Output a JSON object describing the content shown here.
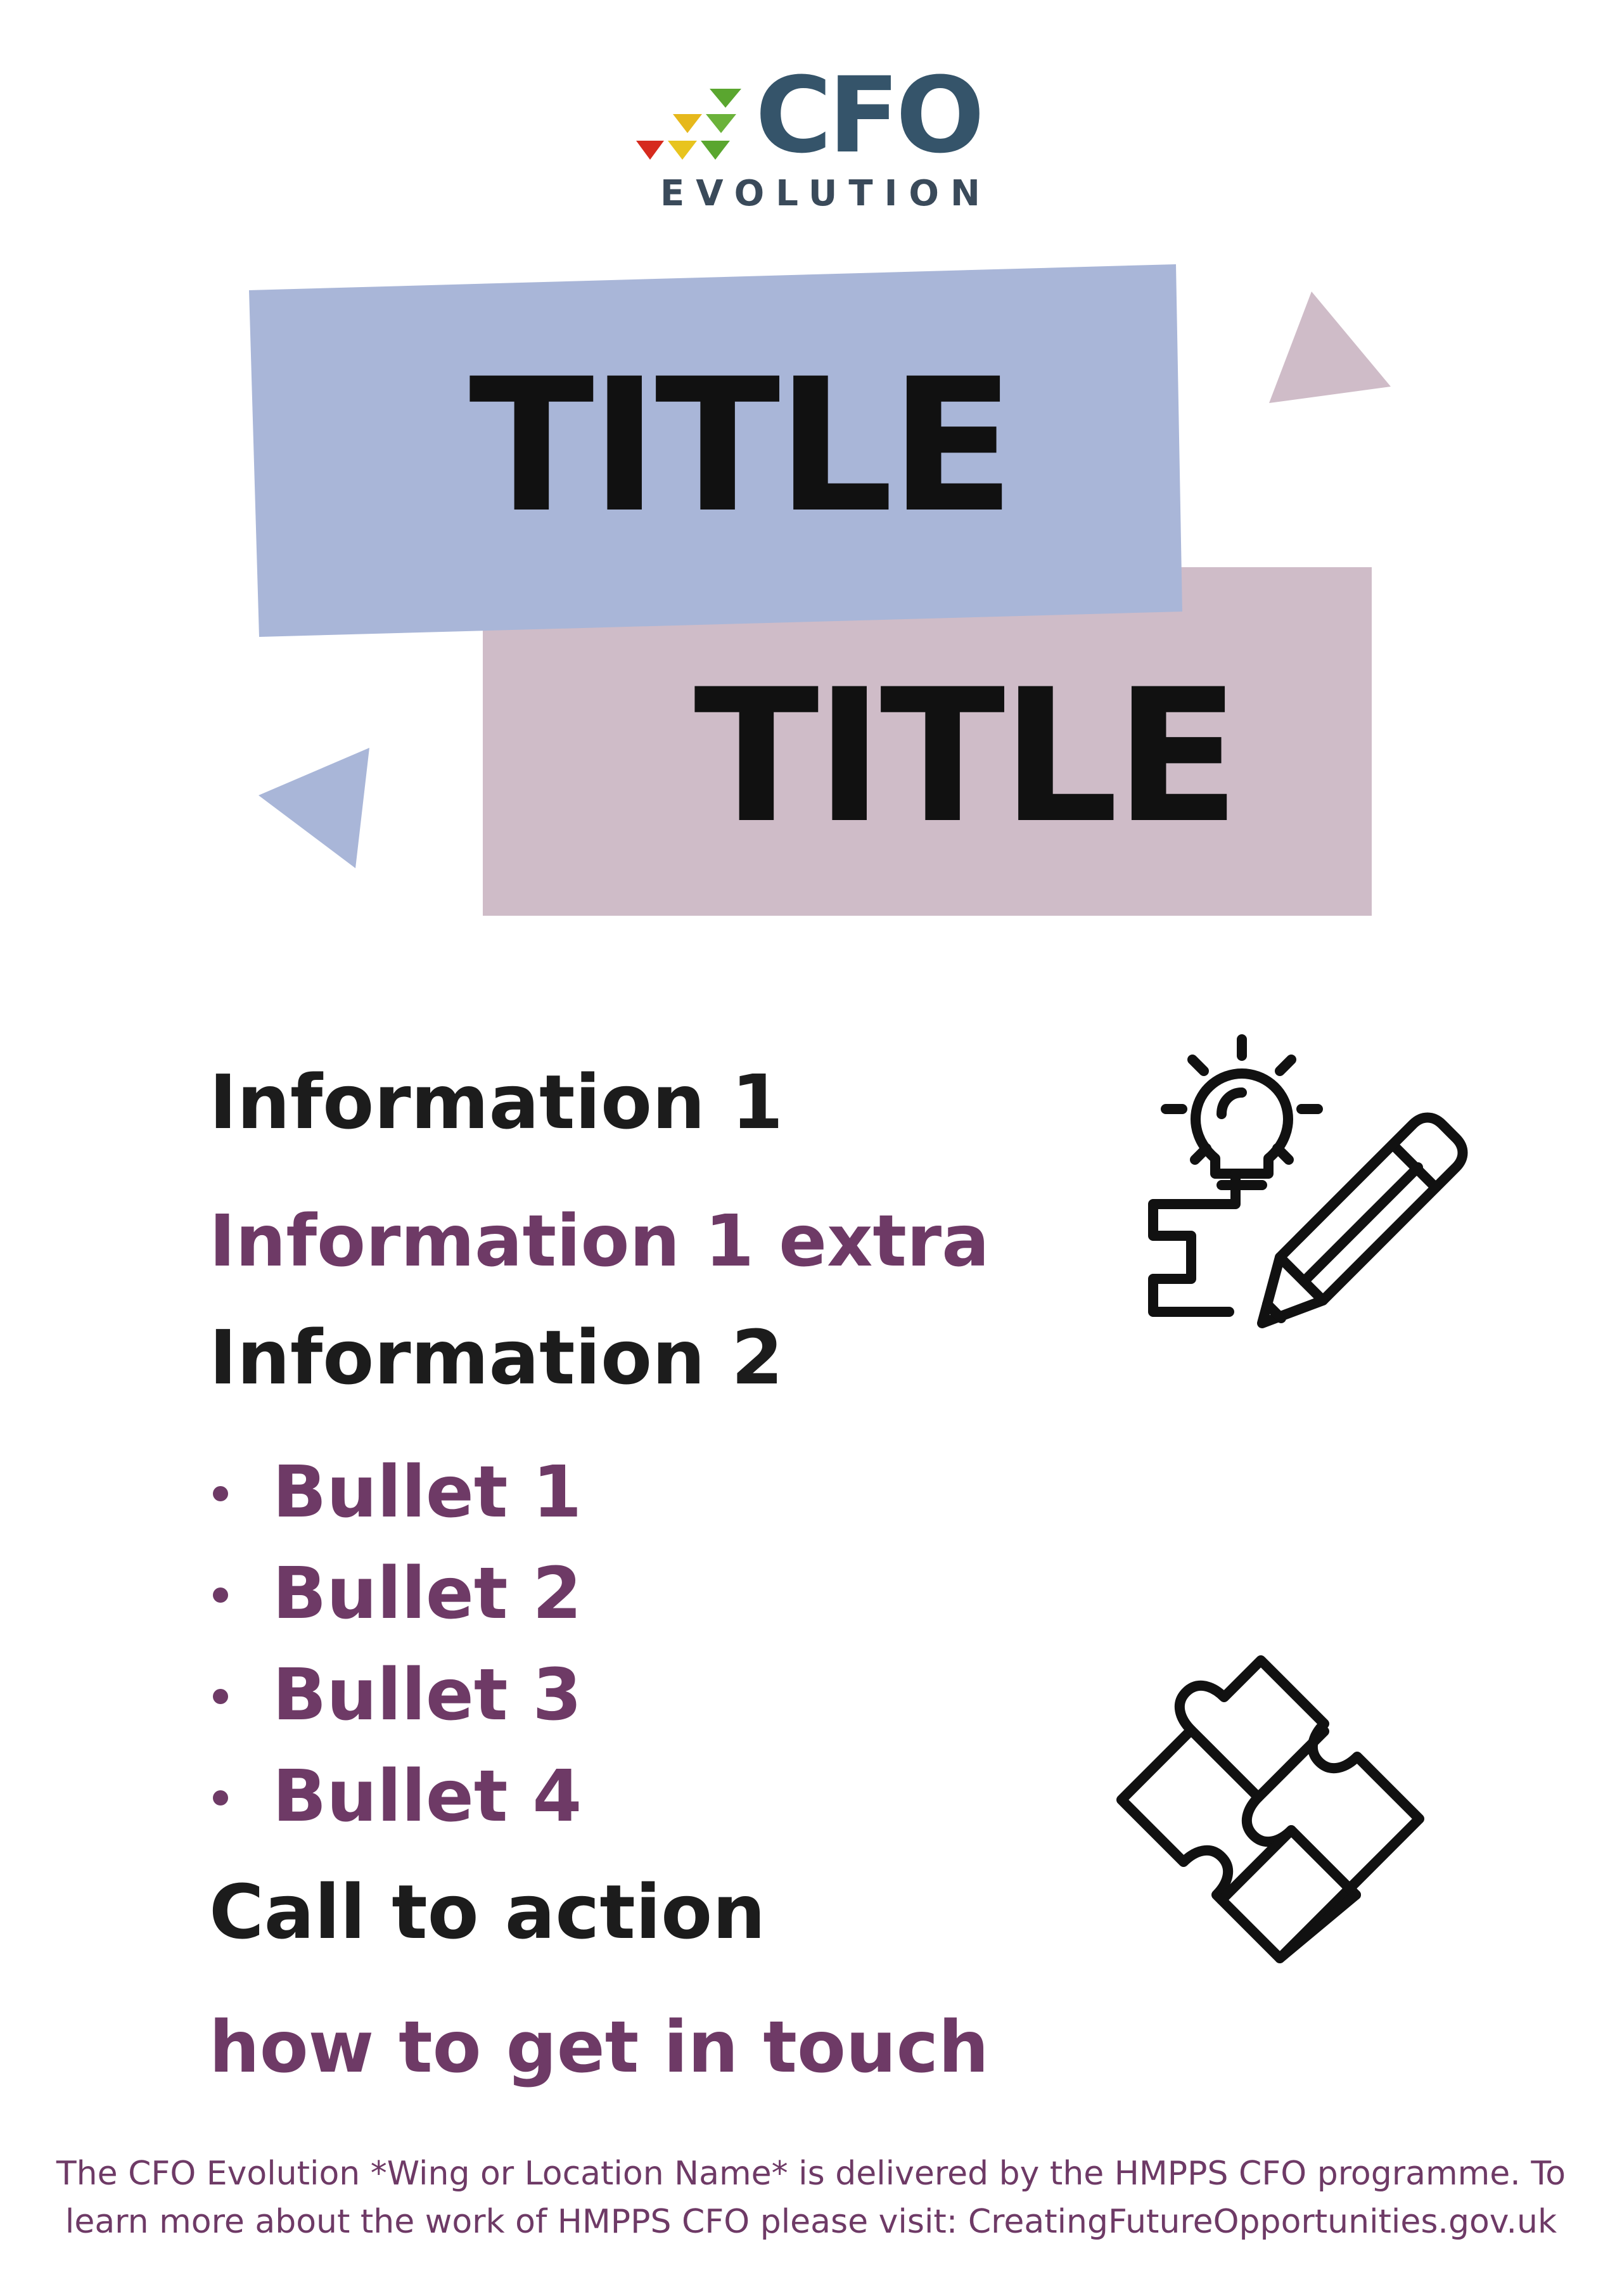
{
  "logo": {
    "name": "CFO",
    "subtitle": "EVOLUTION"
  },
  "titles": {
    "line1": "TITLE",
    "line2": "TITLE"
  },
  "content": {
    "info1": "Information 1",
    "info1_extra": "Information 1 extra",
    "info2": "Information 2",
    "bullets": [
      "Bullet 1",
      "Bullet 2",
      "Bullet 3",
      "Bullet 4"
    ],
    "cta": "Call to action",
    "contact": "how to get in touch"
  },
  "footer": {
    "line1": "The CFO Evolution *Wing or Location Name* is delivered by the HMPPS CFO programme. To",
    "line2": "learn more about the work of HMPPS CFO please visit: CreatingFutureOpportunities.gov.uk"
  },
  "icons": [
    "lightbulb-icon",
    "pencil-icon",
    "puzzle-icon"
  ],
  "colors": {
    "blue_block": "#a9b6d8",
    "pink_block": "#cfbcc8",
    "heading": "#1c1c1c",
    "accent_purple": "#6e3a66",
    "logo_text": "#35546a"
  }
}
